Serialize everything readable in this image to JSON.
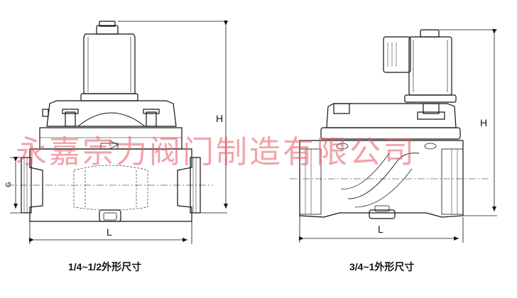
{
  "left_view": {
    "caption": "1/4~1/2外形尺寸",
    "dim_height": "H",
    "dim_length": "L",
    "dim_port": "G"
  },
  "right_view": {
    "caption": "3/4~1外形尺寸",
    "dim_height": "H",
    "dim_length": "L"
  },
  "watermark": "永嘉宗力阀门制造有限公司",
  "colors": {
    "line": "#111111",
    "watermark": "#e65a64"
  }
}
